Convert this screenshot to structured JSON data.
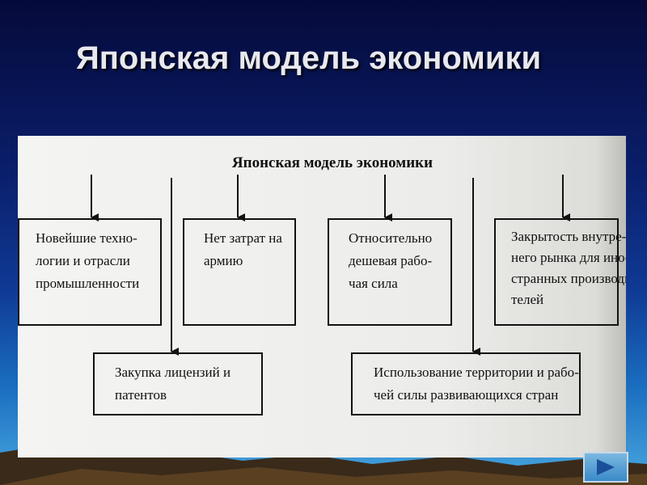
{
  "slide": {
    "title": "Японская модель экономики"
  },
  "diagram": {
    "header": "Японская модель экономики",
    "top_boxes": [
      [
        "Новейшие техно-",
        "логии и отрасли",
        "промышленности"
      ],
      [
        "Нет затрат на",
        "армию"
      ],
      [
        "Относительно",
        "дешевая рабо-",
        "чая сила"
      ],
      [
        "Закрытость внутре-",
        "него рынка для ино-",
        "странных производи",
        "телей"
      ]
    ],
    "bottom_boxes": [
      [
        "Закупка лицензий и",
        "патентов"
      ],
      [
        "Использование территории и рабо-",
        "чей силы развивающихся стран"
      ]
    ]
  },
  "navigation": {
    "next_icon": "play-right-arrow-icon"
  }
}
